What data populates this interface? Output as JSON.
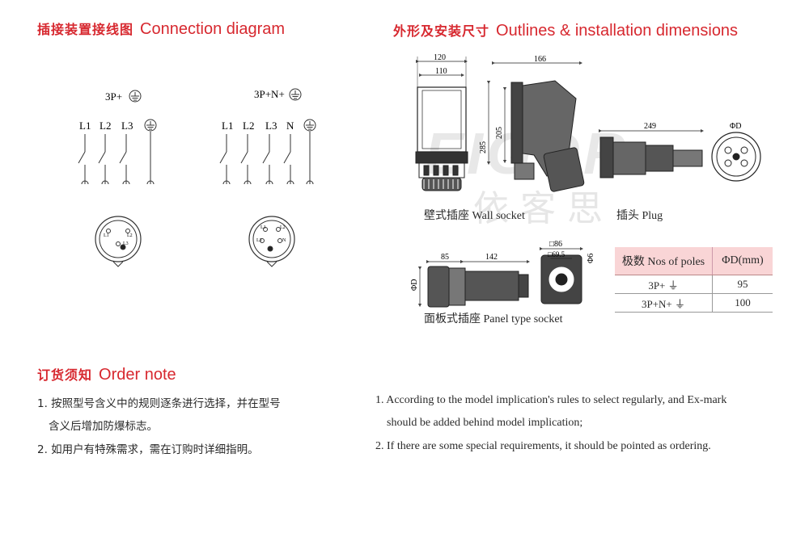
{
  "sections": {
    "connection": {
      "cn": "插接装置接线图",
      "en": "Connection diagram"
    },
    "outlines": {
      "cn": "外形及安装尺寸",
      "en": "Outlines & installation dimensions"
    },
    "order": {
      "cn": "订货须知",
      "en": "Order note"
    }
  },
  "wiring": {
    "left": {
      "title": "3P+",
      "terminals": [
        "L1",
        "L2",
        "L3"
      ],
      "socket_labels": [
        "L1",
        "L2",
        "L3"
      ]
    },
    "right": {
      "title": "3P+N+",
      "terminals": [
        "L1",
        "L2",
        "L3",
        "N"
      ],
      "socket_labels": [
        "L1",
        "L2",
        "L3",
        "N"
      ]
    }
  },
  "dimensions": {
    "wall_w1": "120",
    "wall_w2": "110",
    "wall_h1": "285",
    "wall_h2": "205",
    "wall_side": "166",
    "plug_len": "249",
    "plug_dia": "ΦD",
    "panel_len1": "85",
    "panel_len2": "142",
    "panel_dia": "ΦD",
    "panel_sq1": "□86",
    "panel_sq2": "□69.5",
    "panel_hole": "Φ6"
  },
  "captions": {
    "wall": "壁式插座 Wall socket",
    "plug": "插头 Plug",
    "panel": "面板式插座 Panel type socket"
  },
  "watermark": {
    "brand": "EIGOR",
    "cn": "依 客 思"
  },
  "poles_table": {
    "headers": [
      "极数 Nos of poles",
      "ΦD(mm)"
    ],
    "rows": [
      {
        "poles": "3P+",
        "d": "95"
      },
      {
        "poles": "3P+N+",
        "d": "100"
      }
    ]
  },
  "order_notes": {
    "cn": [
      "1. 按照型号含义中的规则逐条进行选择，并在型号",
      "含义后增加防爆标志。",
      "2. 如用户有特殊需求，需在订购时详细指明。"
    ],
    "en": [
      "1. According to the model implication's rules to select regularly, and Ex-mark",
      "should be added behind model implication;",
      "2. If there are some special requirements, it should be pointed as ordering."
    ]
  },
  "colors": {
    "accent": "#d7282f",
    "table_header": "#f9d5d6",
    "watermark": "#e6e6e6"
  }
}
